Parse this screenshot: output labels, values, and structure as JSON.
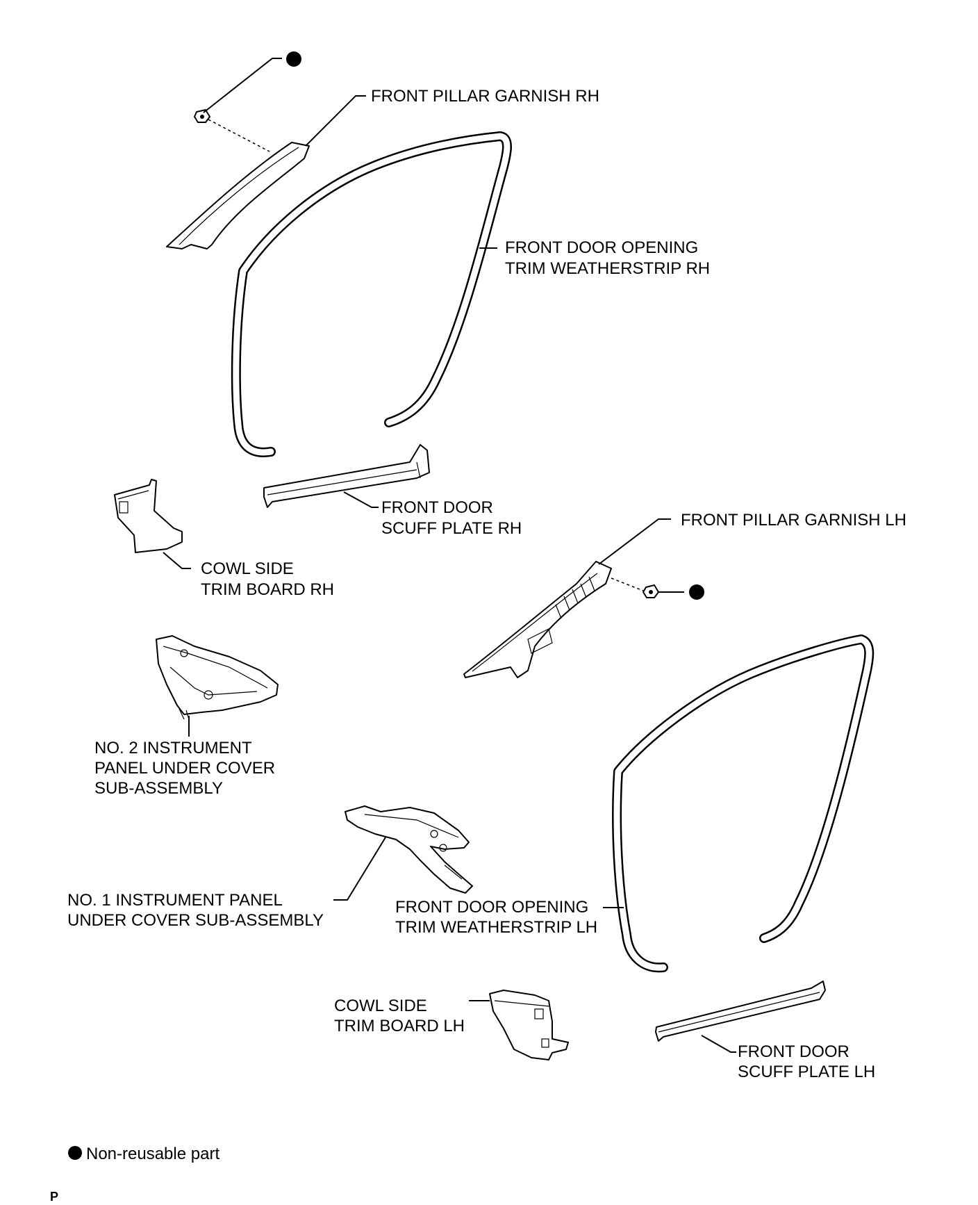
{
  "labels": {
    "front_pillar_garnish_rh": "FRONT PILLAR GARNISH RH",
    "weatherstrip_rh": [
      "FRONT DOOR OPENING",
      "TRIM WEATHERSTRIP RH"
    ],
    "scuff_plate_rh": [
      "FRONT DOOR",
      "SCUFF PLATE RH"
    ],
    "cowl_side_rh": [
      "COWL SIDE",
      "TRIM BOARD RH"
    ],
    "front_pillar_garnish_lh": "FRONT PILLAR GARNISH LH",
    "no2_under_cover": [
      "NO. 2 INSTRUMENT",
      "PANEL UNDER COVER",
      "SUB-ASSEMBLY"
    ],
    "no1_under_cover": [
      "NO. 1 INSTRUMENT PANEL",
      "UNDER COVER SUB-ASSEMBLY"
    ],
    "weatherstrip_lh": [
      "FRONT DOOR OPENING",
      "TRIM WEATHERSTRIP LH"
    ],
    "cowl_side_lh": [
      "COWL SIDE",
      "TRIM BOARD LH"
    ],
    "scuff_plate_lh": [
      "FRONT DOOR",
      "SCUFF PLATE LH"
    ]
  },
  "legend": {
    "text": "Non-reusable part"
  },
  "footer": {
    "mark": "P"
  },
  "icons": {
    "non_reusable": "filled-circle-icon",
    "clip": "clip-icon"
  },
  "colors": {
    "line": "#000000",
    "background": "#ffffff"
  }
}
